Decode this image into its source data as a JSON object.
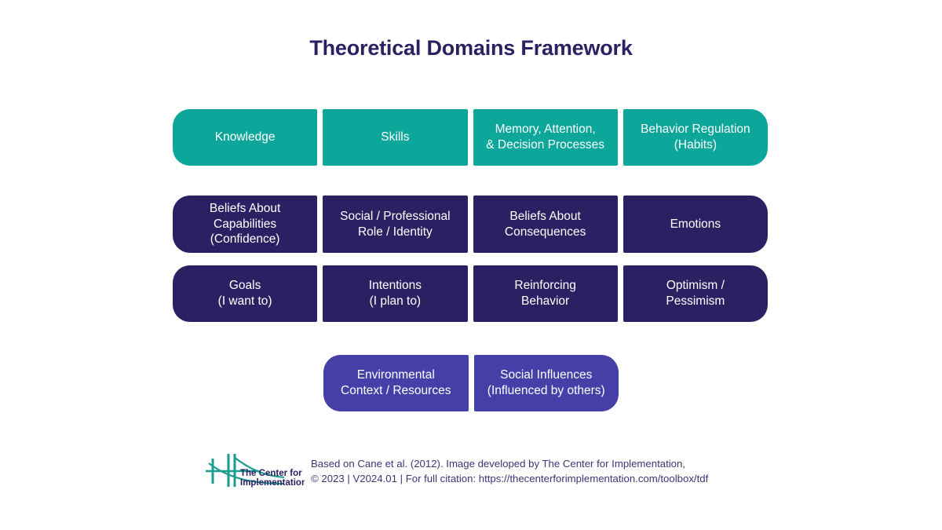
{
  "page": {
    "title": "Theoretical Domains Framework",
    "background": "#ffffff"
  },
  "colors": {
    "title_text": "#2a2163",
    "teal": "#0da69b",
    "navy": "#2a2163",
    "purple": "#4540a8",
    "box_text": "#ffffff",
    "footer_text": "#3b3577",
    "logo_bridge": "#1a9c8f",
    "logo_wordmark": "#2a2163"
  },
  "framework": {
    "rows": [
      {
        "color_name": "teal",
        "boxes": [
          {
            "line1": "Knowledge",
            "line2": ""
          },
          {
            "line1": "Skills",
            "line2": ""
          },
          {
            "line1": "Memory, Attention,",
            "line2": "& Decision Processes"
          },
          {
            "line1": "Behavior Regulation",
            "line2": "(Habits)"
          }
        ]
      },
      {
        "color_name": "navy",
        "boxes": [
          {
            "line1": "Beliefs About",
            "line2": "Capabilities",
            "line3": "(Confidence)"
          },
          {
            "line1": "Social / Professional",
            "line2": "Role / Identity"
          },
          {
            "line1": "Beliefs About",
            "line2": "Consequences"
          },
          {
            "line1": "Emotions",
            "line2": ""
          }
        ]
      },
      {
        "color_name": "navy",
        "boxes": [
          {
            "line1": "Goals",
            "line2": "(I want to)"
          },
          {
            "line1": "Intentions",
            "line2": "(I plan to)"
          },
          {
            "line1": "Reinforcing",
            "line2": "Behavior"
          },
          {
            "line1": "Optimism /",
            "line2": "Pessimism"
          }
        ]
      },
      {
        "color_name": "purple",
        "boxes": [
          {
            "line1": "Environmental",
            "line2": "Context / Resources"
          },
          {
            "line1": "Social Influences",
            "line2": "(Influenced by others)"
          }
        ]
      }
    ]
  },
  "footer": {
    "logo_name": "the-center-for-implementation-logo",
    "logo_line1": "The Center for",
    "logo_line2": "Implementation",
    "credit_line1": "Based on Cane et al. (2012). Image developed by The Center for Implementation,",
    "credit_line2": "© 2023 | V2024.01 | For full citation: https://thecenterforimplementation.com/toolbox/tdf"
  }
}
